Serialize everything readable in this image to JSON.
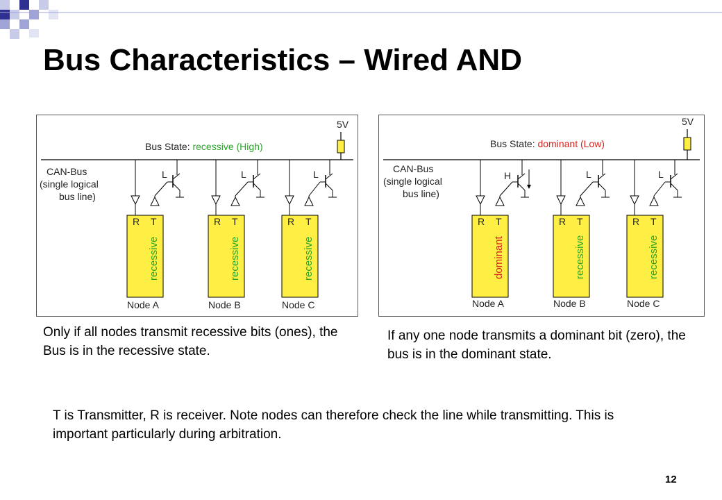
{
  "slide": {
    "title": "Bus Characteristics – Wired AND",
    "page_number": "12"
  },
  "left_diagram": {
    "supply": "5V",
    "bus_state_prefix": "Bus State:",
    "bus_state_value": "recessive (High)",
    "bus_label_lines": [
      "CAN-Bus",
      "(single logical",
      "bus line)"
    ],
    "nodes": [
      {
        "name": "Node A",
        "r": "R",
        "t": "T",
        "state": "recessive",
        "transistor": "L"
      },
      {
        "name": "Node B",
        "r": "R",
        "t": "T",
        "state": "recessive",
        "transistor": "L"
      },
      {
        "name": "Node C",
        "r": "R",
        "t": "T",
        "state": "recessive",
        "transistor": "L"
      }
    ],
    "colors": {
      "state_text": "#2aa52a",
      "node_fill": "#ffee44"
    }
  },
  "right_diagram": {
    "supply": "5V",
    "bus_state_prefix": "Bus State:",
    "bus_state_value": "dominant (Low)",
    "bus_label_lines": [
      "CAN-Bus",
      "(single logical",
      "bus line)"
    ],
    "nodes": [
      {
        "name": "Node A",
        "r": "R",
        "t": "T",
        "state": "dominant",
        "transistor": "H"
      },
      {
        "name": "Node B",
        "r": "R",
        "t": "T",
        "state": "recessive",
        "transistor": "L"
      },
      {
        "name": "Node C",
        "r": "R",
        "t": "T",
        "state": "recessive",
        "transistor": "L"
      }
    ],
    "colors": {
      "dominant_text": "#d8231f",
      "recessive_text": "#2aa52a",
      "node_fill": "#ffee44"
    }
  },
  "captions": {
    "left": "Only if all nodes transmit recessive bits (ones), the Bus is in the recessive state.",
    "right": "If any one node transmits a dominant bit (zero), the bus is in the dominant state.",
    "note": "T is Transmitter, R is receiver. Note nodes can therefore check the line while transmitting. This is important particularly during arbitration."
  }
}
